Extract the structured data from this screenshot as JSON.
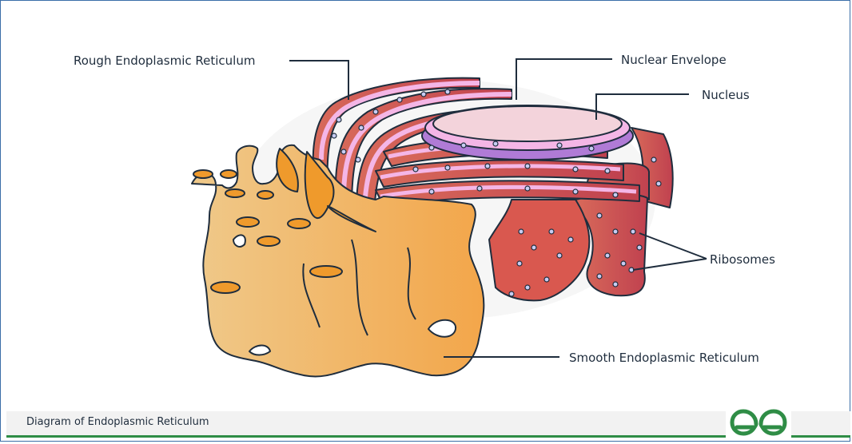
{
  "labels": {
    "rough_er": "Rough Endoplasmic Reticulum",
    "nuclear_envelope": "Nuclear Envelope",
    "nucleus": "Nucleus",
    "ribosomes": "Ribosomes",
    "smooth_er": "Smooth Endoplasmic Reticulum"
  },
  "footer": {
    "caption": "Diagram of Endoplasmic Reticulum"
  },
  "colors": {
    "rough_er_fill": "#c94b55",
    "rough_er_membrane": "#f4b6e6",
    "nucleus_fill": "#f3c9d6",
    "nuclear_envelope": "#b07bd6",
    "smooth_er_light": "#f0c36c",
    "smooth_er_dark": "#ef9a2c",
    "ribosome": "#c9cdf3",
    "brand_green": "#2f8d46"
  }
}
